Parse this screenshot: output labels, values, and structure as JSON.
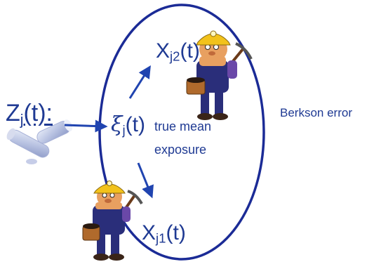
{
  "colors": {
    "ink": "#1f3a93",
    "ellipse": "#1b2b96",
    "arrow": "#2044b0",
    "tube": "#b9c3e2",
    "miner_skin": "#e8a060",
    "miner_overalls": "#2a2e7a",
    "miner_helmet": "#f2c21b"
  },
  "labels": {
    "z": {
      "main": "Z",
      "sub": "j",
      "rest": "(t):"
    },
    "xi": {
      "main": "ξ",
      "sub": "j",
      "rest": "(t)"
    },
    "true_mean": "true mean",
    "exposure": "exposure",
    "xj2": {
      "main": "X",
      "sub": "j2",
      "rest": "(t)"
    },
    "xj1": {
      "main": "X",
      "sub": "j1",
      "rest": "(t)"
    },
    "berkson": "Berkson error"
  },
  "icons": [
    "sample-tubes-icon",
    "miner-top-icon",
    "miner-bottom-icon"
  ]
}
